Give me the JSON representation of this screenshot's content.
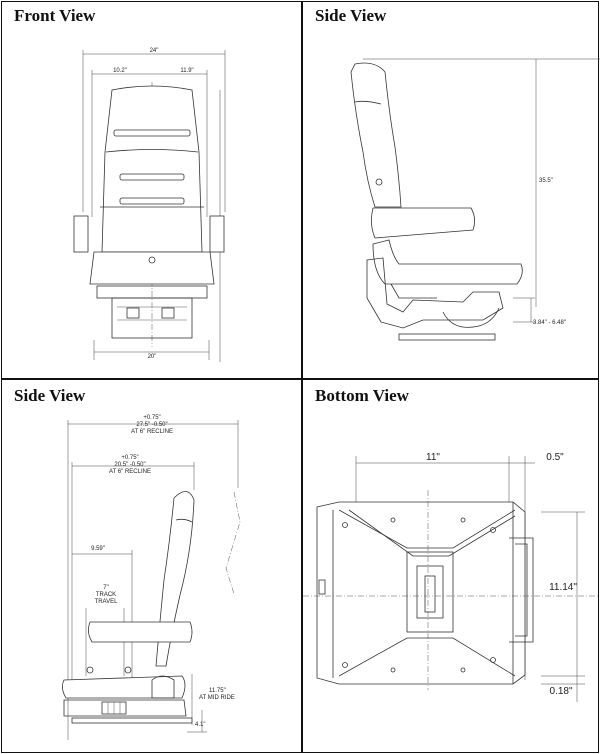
{
  "panels": {
    "front": {
      "title": "Front View",
      "dims": {
        "overall_width": "24\"",
        "left_width": "10.2\"",
        "right_width": "11.9\"",
        "base_width": "20\""
      }
    },
    "side_top": {
      "title": "Side View",
      "dims": {
        "height": "35.5\"",
        "ride_range": "3.84\" - 6.48\""
      }
    },
    "side_bottom": {
      "title": "Side View",
      "dims": {
        "outer_top": "+0.75\"",
        "outer_mid": "27.5\"  -0.50\"",
        "outer_bot": "AT 6\" RECLINE",
        "inner_top": "+0.75\"",
        "inner_mid": "20.5\"  -0.50\"",
        "inner_bot": "AT 6\" RECLINE",
        "depth": "9.59\"",
        "track_1": "7\"",
        "track_2": "TRACK",
        "track_3": "TRAVEL",
        "ride_1": "11.75\"",
        "ride_2": "AT MID RIDE",
        "foot": "4.1\""
      }
    },
    "bottom": {
      "title": "Bottom View",
      "dims": {
        "width": "11\"",
        "offset": "0.5\"",
        "length": "11.14\"",
        "edge": "0.18\""
      }
    }
  }
}
